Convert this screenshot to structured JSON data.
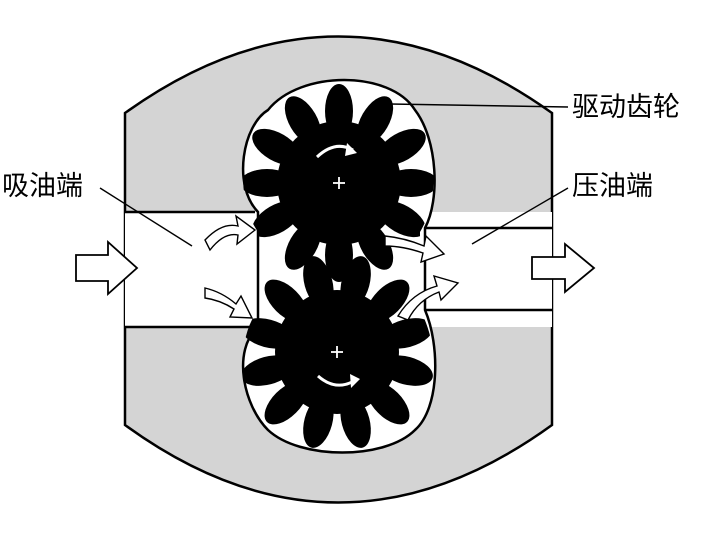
{
  "labels": {
    "drive_gear": "驱动齿轮",
    "suction_end": "吸油端",
    "discharge_end": "压油端"
  },
  "colors": {
    "housing": "#d4d4d4",
    "cavity": "#ffffff",
    "gear": "#000000",
    "outline": "#000000"
  },
  "gears": {
    "upper": {
      "teeth": 12,
      "rotation": "clockwise"
    },
    "lower": {
      "teeth": 12,
      "rotation": "counterclockwise"
    }
  },
  "icons": {
    "flow_arrow": "hollow-arrow-icon",
    "gear_center": "plus-icon",
    "rotation": "curved-arrow-icon"
  }
}
